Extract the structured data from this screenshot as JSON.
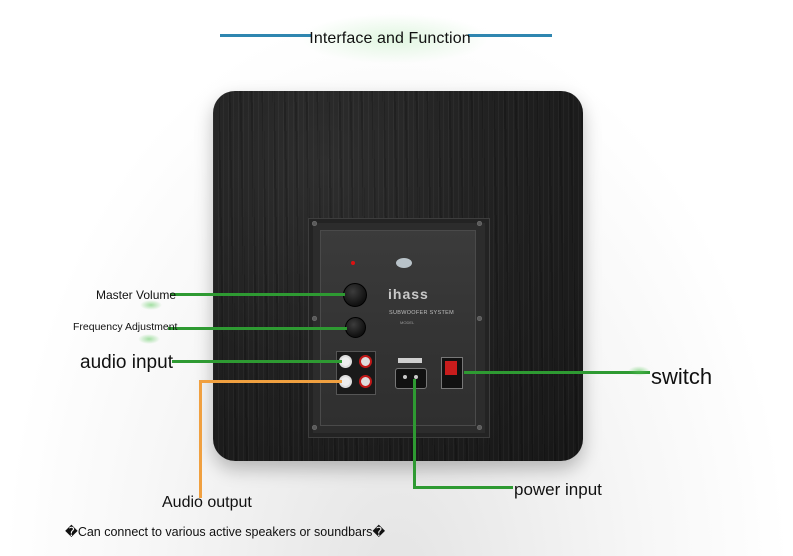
{
  "header": {
    "title": "Interface and Function"
  },
  "device": {
    "brand": "ihass",
    "system_text": "SUBWOOFER SYSTEM",
    "model_text": "MODEL"
  },
  "callouts": {
    "master_volume": "Master Volume",
    "frequency_adjustment": "Frequency Adjustment",
    "audio_input": "audio input",
    "switch": "switch",
    "power_input": "power input",
    "audio_output": "Audio output",
    "audio_output_note": "�Can connect to various active speakers or soundbars�"
  },
  "colors": {
    "title_rule": "#2f86b0",
    "callout_line": "#2e9a32",
    "audio_output_line": "#f0a040",
    "power_switch": "#c81c1c"
  }
}
